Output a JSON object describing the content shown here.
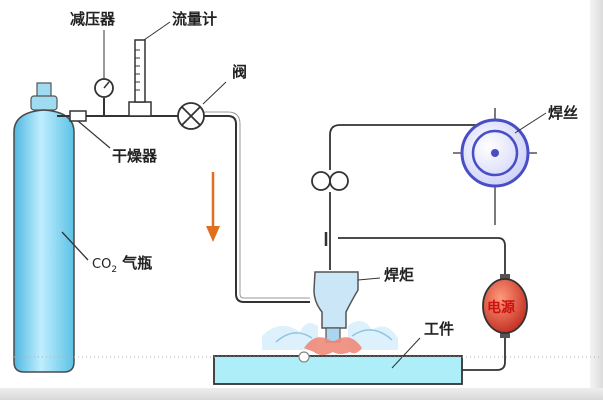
{
  "labels": {
    "reducer": "减压器",
    "flowmeter": "流量计",
    "valve": "阀",
    "dryer": "干燥器",
    "wire": "焊丝",
    "cylinder_main": "CO",
    "cylinder_sub": "2",
    "cylinder_tail": " 气瓶",
    "torch": "焊炬",
    "power": "电源",
    "workpiece": "工件"
  },
  "colors": {
    "cylinder": "#7fd3f0",
    "pipe": "#333333",
    "arrow": "#e07020",
    "power_fill": "#d94a3a",
    "workpiece": "#aeeef8",
    "flame": "#e8352a",
    "spool": "#5b5fd0"
  },
  "icons": {
    "valve": "valve-cross-icon",
    "gauge": "pressure-gauge-icon",
    "spool": "wire-spool-icon",
    "rollers": "feed-rollers-icon",
    "arrow": "flow-down-arrow-icon"
  }
}
